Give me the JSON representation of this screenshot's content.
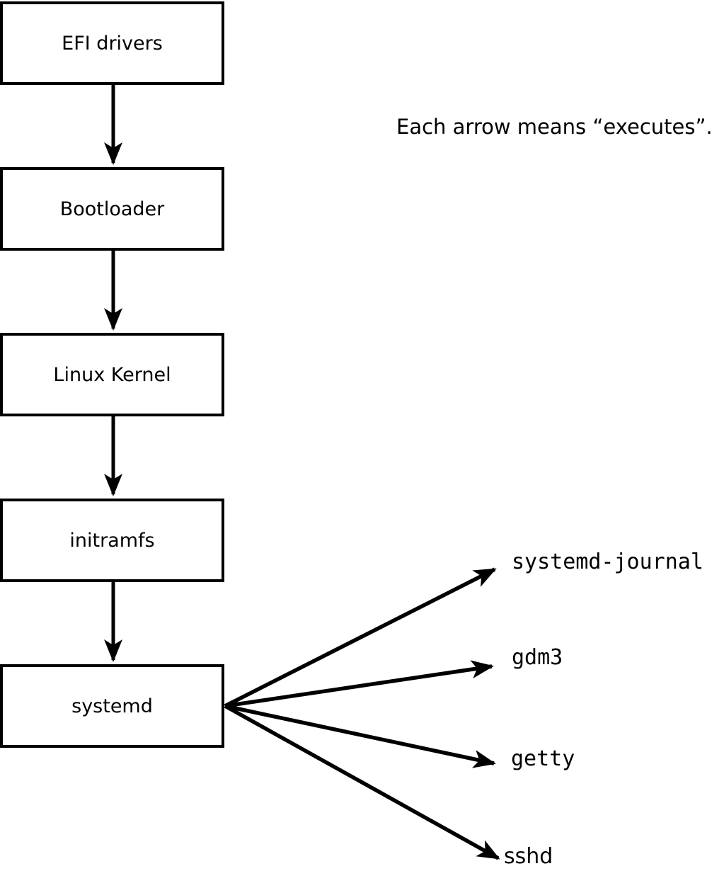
{
  "diagram": {
    "note": "Each arrow means “executes”.",
    "boxes": [
      {
        "id": "efi-drivers",
        "label": "EFI drivers"
      },
      {
        "id": "bootloader",
        "label": "Bootloader"
      },
      {
        "id": "linux-kernel",
        "label": "Linux Kernel"
      },
      {
        "id": "initramfs",
        "label": "initramfs"
      },
      {
        "id": "systemd",
        "label": "systemd"
      }
    ],
    "branches": [
      {
        "id": "systemd-journal",
        "label": "systemd-journal"
      },
      {
        "id": "gdm3",
        "label": "gdm3"
      },
      {
        "id": "getty",
        "label": "getty"
      },
      {
        "id": "sshd",
        "label": "sshd"
      }
    ],
    "colors": {
      "stroke": "#000000",
      "background": "#ffffff"
    }
  }
}
